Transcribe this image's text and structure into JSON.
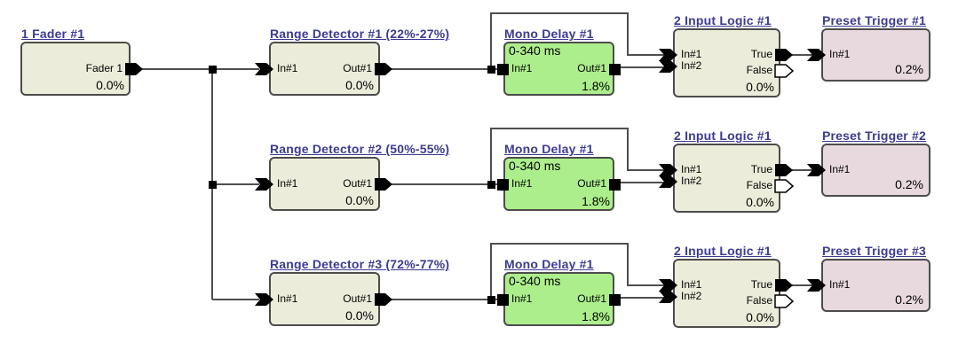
{
  "diagram": {
    "type": "dsp-signal-flow",
    "colors": {
      "bg": "#ffffff",
      "title": "#3b3b93",
      "border": "#4c4c4c",
      "wire": "#4e4e4e",
      "port": "#000000",
      "port_false_fill": "#ffffff",
      "beige": "#ECECDA",
      "green": "#ACEE8C",
      "pink": "#E8D9DE"
    },
    "blocks": [
      {
        "title": "1 Fader #1",
        "value": "0.0%",
        "ports": {
          "out": "Fader 1"
        }
      },
      {
        "title": "Range Detector #1 (22%-27%)",
        "value": "0.0%",
        "ports": {
          "in": "In#1",
          "out": "Out#1"
        }
      },
      {
        "title": "Mono Delay #1",
        "range_label": "0-340 ms",
        "value": "1.8%",
        "ports": {
          "in": "In#1",
          "out": "Out#1"
        }
      },
      {
        "title": "2 Input Logic #1",
        "value": "0.0%",
        "ports": {
          "in1": "In#1",
          "in2": "In#2",
          "out_true": "True",
          "out_false": "False"
        }
      },
      {
        "title": "Preset Trigger #1",
        "value": "0.2%",
        "ports": {
          "in": "In#1"
        }
      },
      {
        "title": "Range Detector #2 (50%-55%)",
        "value": "0.0%",
        "ports": {
          "in": "In#1",
          "out": "Out#1"
        }
      },
      {
        "title": "Mono Delay #1",
        "range_label": "0-340 ms",
        "value": "1.8%",
        "ports": {
          "in": "In#1",
          "out": "Out#1"
        }
      },
      {
        "title": "2 Input Logic #1",
        "value": "0.0%",
        "ports": {
          "in1": "In#1",
          "in2": "In#2",
          "out_true": "True",
          "out_false": "False"
        }
      },
      {
        "title": "Preset Trigger #2",
        "value": "0.2%",
        "ports": {
          "in": "In#1"
        }
      },
      {
        "title": "Range Detector #3 (72%-77%)",
        "value": "0.0%",
        "ports": {
          "in": "In#1",
          "out": "Out#1"
        }
      },
      {
        "title": "Mono Delay #1",
        "range_label": "0-340 ms",
        "value": "1.8%",
        "ports": {
          "in": "In#1",
          "out": "Out#1"
        }
      },
      {
        "title": "2 Input Logic #1",
        "value": "0.0%",
        "ports": {
          "in1": "In#1",
          "in2": "In#2",
          "out_true": "True",
          "out_false": "False"
        }
      },
      {
        "title": "Preset Trigger #3",
        "value": "0.2%",
        "ports": {
          "in": "In#1"
        }
      }
    ]
  }
}
